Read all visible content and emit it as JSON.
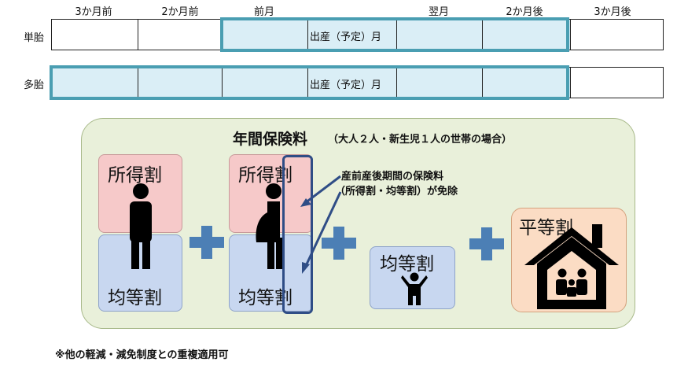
{
  "timeline": {
    "months": [
      "3か月前",
      "2か月前",
      "前月",
      "翌月",
      "2か月後",
      "3か月後"
    ],
    "rows": [
      {
        "label": "単胎",
        "birth": "出産（予定）月"
      },
      {
        "label": "多胎",
        "birth": "出産（予定）月"
      }
    ]
  },
  "panel": {
    "title": "年間保険料",
    "subtitle": "（大人２人・新生児１人の世帯の場合）",
    "box_income_1": "所得割",
    "box_equal_1": "均等割",
    "box_income_2": "所得割",
    "box_equal_2": "均等割",
    "box_equal_3": "均等割",
    "box_flat": "平等割",
    "annotation_line1": "産前産後期間の保険料",
    "annotation_line2": "（所得割・均等割）が免除"
  },
  "footnote": "※他の軽減・減免制度との重複適用可",
  "colors": {
    "highlight_frame": "#4a9eb2",
    "highlight_cell": "#daeef6",
    "income_box": "#f6c9c9",
    "equal_box": "#c8d7f0",
    "flat_box": "#fbdcc4",
    "plus": "#4c7fb5",
    "panel": "#e9f0da"
  }
}
